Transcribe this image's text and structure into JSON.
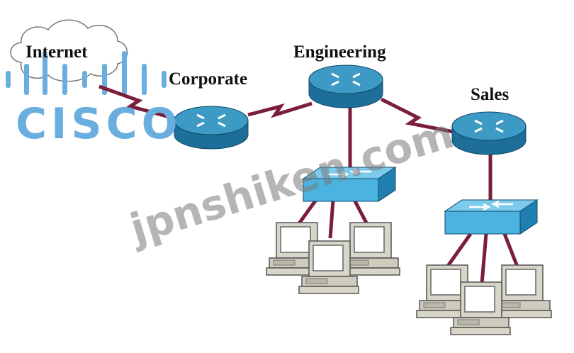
{
  "labels": {
    "internet": "Internet",
    "corporate": "Corporate",
    "engineering": "Engineering",
    "sales": "Sales"
  },
  "logo": {
    "text": "CISCO",
    "color": "#6aaee0"
  },
  "watermark": {
    "text": "jpnshiken.com"
  },
  "colors": {
    "router_top": "#3d9ac4",
    "router_side": "#1d6f9a",
    "switch_top": "#4cb3e0",
    "switch_side": "#1f7fb0",
    "link": "#7b1e3a",
    "pc_body": "#d8d6c8",
    "pc_screen": "#ffffff"
  }
}
